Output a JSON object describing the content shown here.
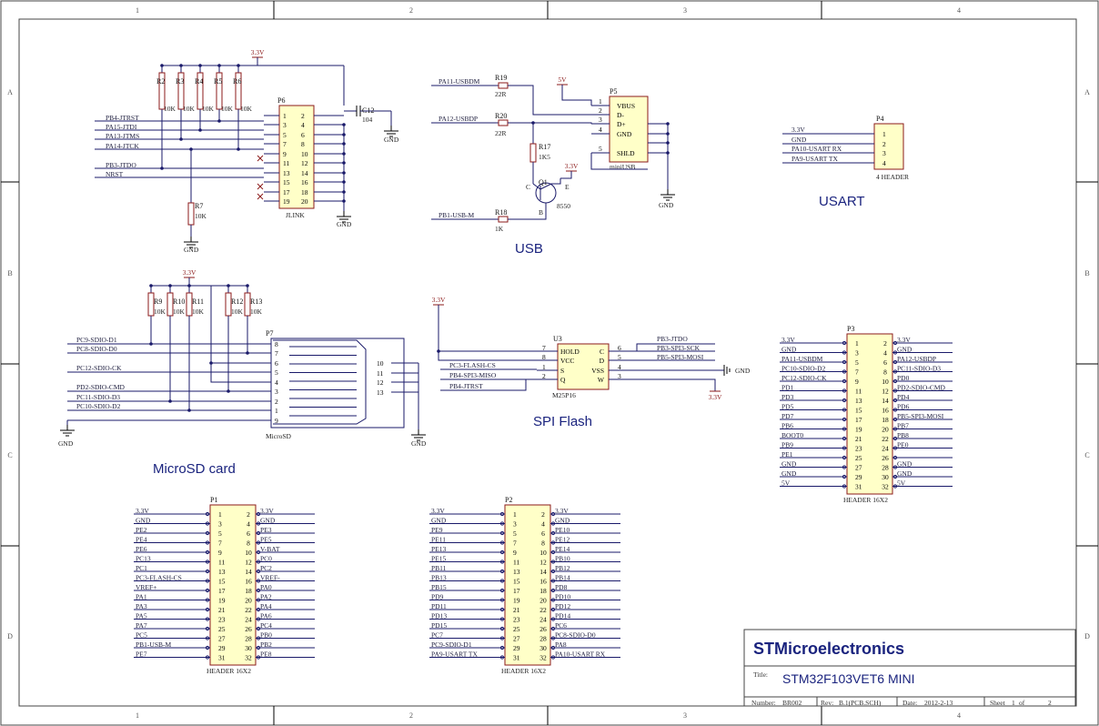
{
  "zones": {
    "cols": [
      "1",
      "2",
      "3",
      "4"
    ],
    "rows": [
      "A",
      "B",
      "C",
      "D"
    ]
  },
  "sections": {
    "usart": "USART",
    "usb": "USB",
    "spi": "SPI Flash",
    "microsd": "MicroSD card"
  },
  "jlink": {
    "ref": "P6",
    "name": "JLINK",
    "nets": [
      "PB4-JTRST",
      "PA15-JTDI",
      "PA13-JTMS",
      "PA14-JTCK",
      "PB3-JTDO",
      "NRST"
    ],
    "resistors": [
      {
        "ref": "R2",
        "val": "10K"
      },
      {
        "ref": "R3",
        "val": "10K"
      },
      {
        "ref": "R4",
        "val": "10K"
      },
      {
        "ref": "R5",
        "val": "10K"
      },
      {
        "ref": "R6",
        "val": "10K"
      }
    ],
    "r7": {
      "ref": "R7",
      "val": "10K"
    },
    "cap": {
      "ref": "C12",
      "val": "104"
    },
    "pins_left": [
      "1",
      "3",
      "5",
      "7",
      "9",
      "11",
      "13",
      "15",
      "17",
      "19"
    ],
    "pins_right": [
      "2",
      "4",
      "6",
      "8",
      "10",
      "12",
      "14",
      "16",
      "18",
      "20"
    ],
    "vcc": "3.3V",
    "gnd": "GND"
  },
  "usb": {
    "ref": "P5",
    "name": "miniUSB",
    "pins": [
      {
        "n": "1",
        "name": "VBUS"
      },
      {
        "n": "2",
        "name": "D-"
      },
      {
        "n": "3",
        "name": "D+"
      },
      {
        "n": "4",
        "name": "GND"
      },
      {
        "n": "5",
        "name": "SHLD"
      }
    ],
    "nets": [
      "PA11-USBDM",
      "PA12-USBDP",
      "PB1-USB-M"
    ],
    "r19": {
      "ref": "R19",
      "val": "22R"
    },
    "r20": {
      "ref": "R20",
      "val": "22R"
    },
    "r17": {
      "ref": "R17",
      "val": "1K5"
    },
    "r18": {
      "ref": "R18",
      "val": "1K"
    },
    "q1": {
      "ref": "Q1",
      "val": "8550",
      "c": "C",
      "b": "B",
      "e": "E"
    },
    "v5": "5V",
    "vcc": "3.3V",
    "gnd": "GND"
  },
  "usart": {
    "ref": "P4",
    "name": "4 HEADER",
    "nets": [
      "3.3V",
      "GND",
      "PA10-USART RX",
      "PA9-USART TX"
    ],
    "pins": [
      "1",
      "2",
      "3",
      "4"
    ]
  },
  "sd": {
    "ref": "P7",
    "name": "MicroSD",
    "nets": [
      "PC9-SDIO-D1",
      "PC8-SDIO-D0",
      "PC12-SDIO-CK",
      "PD2-SDIO-CMD",
      "PC11-SDIO-D3",
      "PC10-SDIO-D2"
    ],
    "pins": [
      "8",
      "7",
      "6",
      "5",
      "4",
      "3",
      "2",
      "1",
      "9"
    ],
    "shield_pins": [
      "10",
      "11",
      "12",
      "13"
    ],
    "resistors": [
      {
        "ref": "R9",
        "val": "10K"
      },
      {
        "ref": "R10",
        "val": "10K"
      },
      {
        "ref": "R11",
        "val": "10K"
      },
      {
        "ref": "R12",
        "val": "10K"
      },
      {
        "ref": "R13",
        "val": "10K"
      }
    ],
    "vcc": "3.3V",
    "gnd": "GND"
  },
  "flash": {
    "ref": "U3",
    "name": "M25P16",
    "left": [
      {
        "n": "7",
        "name": "HOLD"
      },
      {
        "n": "8",
        "name": "VCC"
      },
      {
        "n": "1",
        "name": "S"
      },
      {
        "n": "2",
        "name": "Q"
      }
    ],
    "right": [
      {
        "n": "6",
        "name": "C"
      },
      {
        "n": "5",
        "name": "D"
      },
      {
        "n": "4",
        "name": "VSS"
      },
      {
        "n": "3",
        "name": "W"
      }
    ],
    "nets_left": [
      "PC3-FLASH-CS",
      "PB4-SPI3-MISO",
      "PB4-JTRST"
    ],
    "nets_right": [
      "PB3-JTDO",
      "PB3-SPI3-SCK",
      "PB5-SPI3-MOSI"
    ],
    "vcc": "3.3V",
    "gnd": "GND"
  },
  "p1": {
    "ref": "P1",
    "name": "HEADER 16X2",
    "left": [
      "3.3V",
      "GND",
      "PE2",
      "PE4",
      "PE6",
      "PC13",
      "PC1",
      "PC3-FLASH-CS",
      "VREF+",
      "PA1",
      "PA3",
      "PA5",
      "PA7",
      "PC5",
      "PB1-USB-M",
      "PE7"
    ],
    "right": [
      "3.3V",
      "GND",
      "PE3",
      "PE5",
      "V-BAT",
      "PC0",
      "PC2",
      "VREF-",
      "PA0",
      "PA2",
      "PA4",
      "PA6",
      "PC4",
      "PB0",
      "PB2",
      "PE8"
    ]
  },
  "p2": {
    "ref": "P2",
    "name": "HEADER 16X2",
    "left": [
      "3.3V",
      "GND",
      "PE9",
      "PE11",
      "PE13",
      "PE15",
      "PB11",
      "PB13",
      "PB15",
      "PD9",
      "PD11",
      "PD13",
      "PD15",
      "PC7",
      "PC9-SDIO-D1",
      "PA9-USART TX"
    ],
    "right": [
      "3.3V",
      "GND",
      "PE10",
      "PE12",
      "PE14",
      "PB10",
      "PB12",
      "PB14",
      "PD8",
      "PD10",
      "PD12",
      "PD14",
      "PC6",
      "PC8-SDIO-D0",
      "PA8",
      "PA10-USART RX"
    ]
  },
  "p3": {
    "ref": "P3",
    "name": "HEADER 16X2",
    "left": [
      "3.3V",
      "GND",
      "PA11-USBDM",
      "PC10-SDIO-D2",
      "PC12-SDIO-CK",
      "PD1",
      "PD3",
      "PD5",
      "PD7",
      "PB6",
      "BOOT0",
      "PB9",
      "PE1",
      "GND",
      "GND",
      "5V"
    ],
    "right": [
      "3.3V",
      "GND",
      "PA12-USBDP",
      "PC11-SDIO-D3",
      "PD0",
      "PD2-SDIO-CMD",
      "PD4",
      "PD6",
      "PB5-SPI3-MOSI",
      "PB7",
      "PB8",
      "PE0",
      "",
      "GND",
      "GND",
      "5V"
    ]
  },
  "titleblock": {
    "company": "STMicroelectronics",
    "title_label": "Title:",
    "title": "STM32F103VET6 MINI",
    "number_label": "Number:",
    "number": "BR002",
    "rev_label": "Rev:",
    "rev": "B.1(PCB.SCH)",
    "date_label": "Date:",
    "date": "2012-2-13",
    "sheet_label": "Sheet",
    "sheet": "1",
    "of_label": "of",
    "sheets": "2"
  }
}
